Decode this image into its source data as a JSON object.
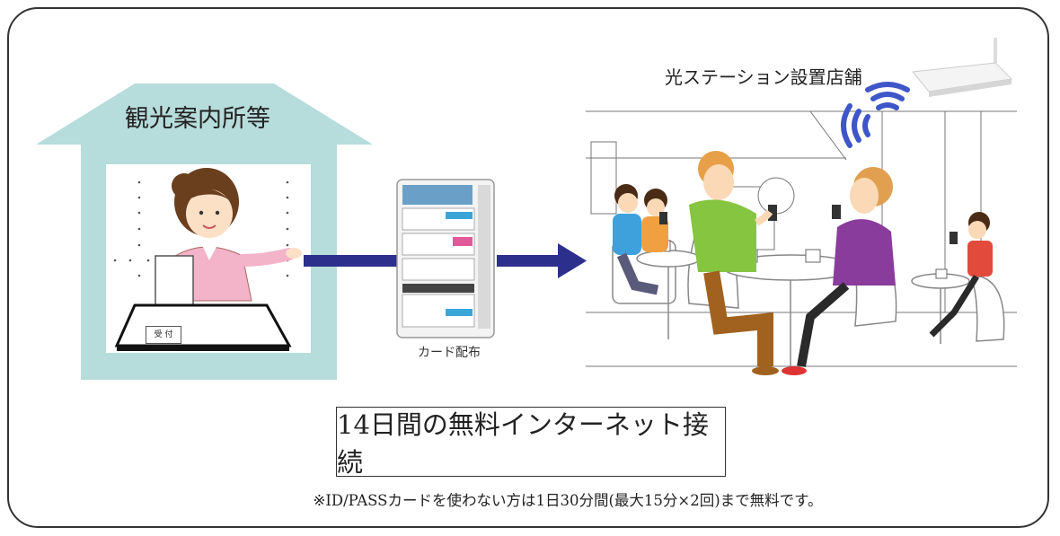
{
  "house": {
    "title": "観光案内所等",
    "reception_label": "受 付"
  },
  "card": {
    "caption": "カード配布"
  },
  "station": {
    "label": "光ステーション設置店舗"
  },
  "main_box": {
    "text": "14日間の無料インターネット接続"
  },
  "note": {
    "text": "※ID/PASSカードを使わない方は1日30分間(最大15分×2回)まで無料です。"
  },
  "colors": {
    "house": "#b7dcdc",
    "arrow": "#2c2f8c",
    "wifi": "#3e56c8",
    "frame": "#333333"
  },
  "icons": [
    "wifi-router-icon",
    "wifi-signal-icon",
    "arrow-right-icon",
    "wifi-card-icon"
  ]
}
